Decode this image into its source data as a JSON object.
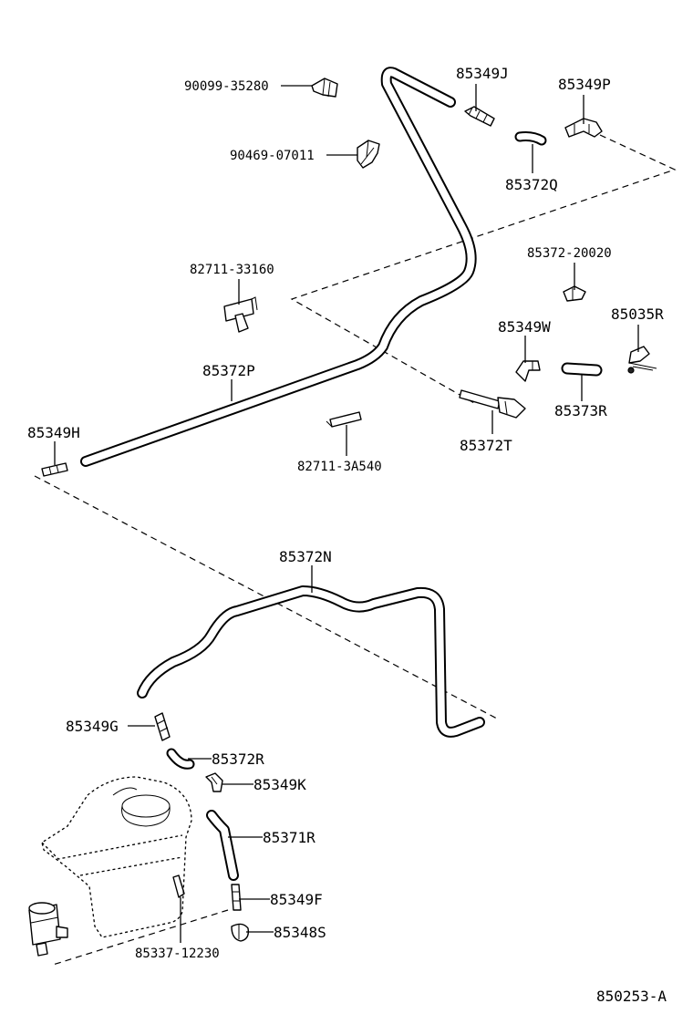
{
  "diagram_code": "850253-A",
  "labels": {
    "p90099_35280": "90099-35280",
    "p90469_07011": "90469-07011",
    "p85349J": "85349J",
    "p85349P": "85349P",
    "p85372Q": "85372Q",
    "p82711_33160": "82711-33160",
    "p85372_20020": "85372-20020",
    "p85349W": "85349W",
    "p85035R": "85035R",
    "p85372P": "85372P",
    "p85373R": "85373R",
    "p85349H": "85349H",
    "p85372T": "85372T",
    "p82711_3A540": "82711-3A540",
    "p85372N": "85372N",
    "p85349G": "85349G",
    "p85372R": "85372R",
    "p85349K": "85349K",
    "p85371R": "85371R",
    "p85349F": "85349F",
    "p85348S": "85348S",
    "p85337_12230": "85337-12230"
  }
}
